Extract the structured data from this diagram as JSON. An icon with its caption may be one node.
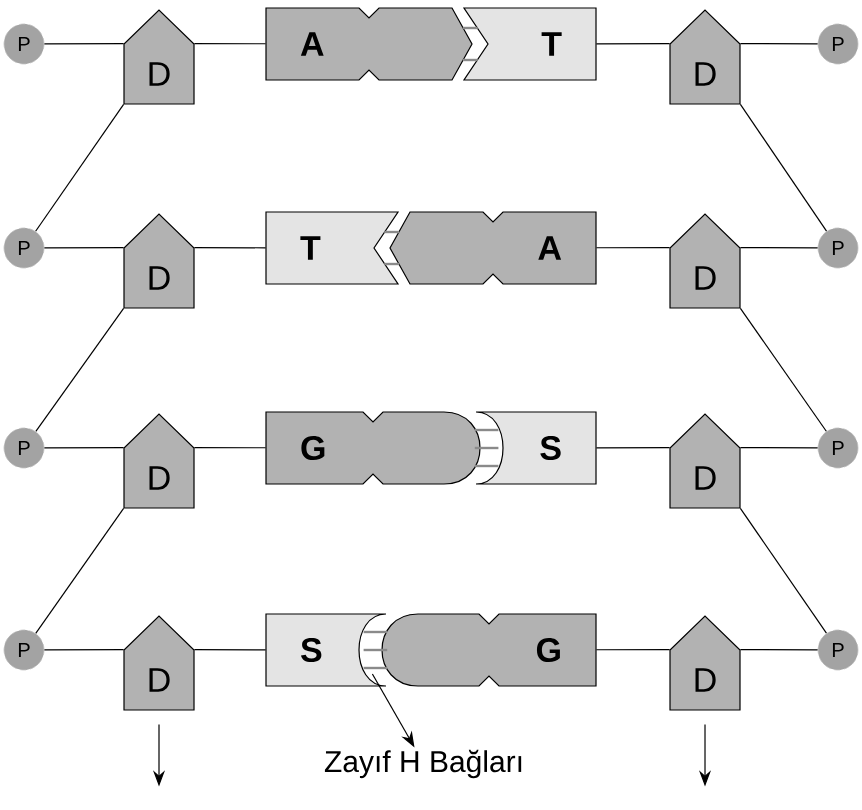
{
  "diagram": {
    "nodes": [
      {
        "text": [
          "P"
        ]
      },
      {
        "text": [
          "D"
        ]
      },
      {
        "text": [
          "A"
        ]
      },
      {
        "text": [
          "T"
        ]
      },
      {
        "text": [
          "D"
        ]
      },
      {
        "text": [
          "P"
        ]
      },
      {
        "text": [
          "P"
        ]
      },
      {
        "text": [
          "D"
        ]
      },
      {
        "text": [
          "T"
        ]
      },
      {
        "text": [
          "A"
        ]
      },
      {
        "text": [
          "D"
        ]
      },
      {
        "text": [
          "P"
        ]
      },
      {
        "text": [
          "P"
        ]
      },
      {
        "text": [
          "D"
        ]
      },
      {
        "text": [
          "G"
        ]
      },
      {
        "text": [
          "S"
        ]
      },
      {
        "text": [
          "D"
        ]
      },
      {
        "text": [
          "P"
        ]
      },
      {
        "text": [
          "P"
        ]
      },
      {
        "text": [
          "D"
        ]
      },
      {
        "text": [
          "S"
        ]
      },
      {
        "text": [
          "G"
        ]
      },
      {
        "text": [
          "D"
        ]
      },
      {
        "text": [
          "P"
        ]
      },
      {
        "text": [
          "Zayıf H Bağları"
        ]
      }
    ],
    "edges": [
      {
        "from": 0,
        "to": 1,
        "arrow": "none"
      },
      {
        "from": 1,
        "to": 2,
        "arrow": "none"
      },
      {
        "from": 3,
        "to": 4,
        "arrow": "none"
      },
      {
        "from": 4,
        "to": 5,
        "arrow": "none"
      },
      {
        "from": 1,
        "to": 6,
        "arrow": "none"
      },
      {
        "from": 4,
        "to": 11,
        "arrow": "none"
      },
      {
        "from": 6,
        "to": 7,
        "arrow": "none"
      },
      {
        "from": 7,
        "to": 8,
        "arrow": "none"
      },
      {
        "from": 9,
        "to": 10,
        "arrow": "none"
      },
      {
        "from": 10,
        "to": 11,
        "arrow": "none"
      },
      {
        "from": 7,
        "to": 12,
        "arrow": "none"
      },
      {
        "from": 10,
        "to": 17,
        "arrow": "none"
      },
      {
        "from": 12,
        "to": 13,
        "arrow": "none"
      },
      {
        "from": 13,
        "to": 14,
        "arrow": "none"
      },
      {
        "from": 15,
        "to": 16,
        "arrow": "none"
      },
      {
        "from": 16,
        "to": 17,
        "arrow": "none"
      },
      {
        "from": 13,
        "to": 18,
        "arrow": "none"
      },
      {
        "from": 16,
        "to": 23,
        "arrow": "none"
      },
      {
        "from": 18,
        "to": 19,
        "arrow": "none"
      },
      {
        "from": 19,
        "to": 20,
        "arrow": "none"
      },
      {
        "from": 21,
        "to": 22,
        "arrow": "none"
      },
      {
        "from": 22,
        "to": 23,
        "arrow": "none"
      },
      {
        "from": 19,
        "to": null,
        "arrow": "to"
      },
      {
        "from": 22,
        "to": null,
        "arrow": "to"
      },
      {
        "from": 20,
        "to": 24,
        "arrow": "to"
      },
      {
        "from": 2,
        "to": 3,
        "arrow": "none",
        "color": "#8a8a8a"
      },
      {
        "from": 2,
        "to": 3,
        "arrow": "none",
        "color": "#8a8a8a"
      },
      {
        "from": 8,
        "to": 9,
        "arrow": "none",
        "color": "#8a8a8a"
      },
      {
        "from": 8,
        "to": 9,
        "arrow": "none",
        "color": "#8a8a8a"
      },
      {
        "from": 14,
        "to": 15,
        "arrow": "none",
        "color": "#8a8a8a"
      },
      {
        "from": 14,
        "to": 15,
        "arrow": "none",
        "color": "#8a8a8a"
      },
      {
        "from": 14,
        "to": 15,
        "arrow": "none",
        "color": "#8a8a8a"
      },
      {
        "from": 20,
        "to": 21,
        "arrow": "none",
        "color": "#8a8a8a"
      },
      {
        "from": 20,
        "to": 21,
        "arrow": "none",
        "color": "#8a8a8a"
      },
      {
        "from": 20,
        "to": 21,
        "arrow": "none",
        "color": "#8a8a8a"
      }
    ]
  }
}
